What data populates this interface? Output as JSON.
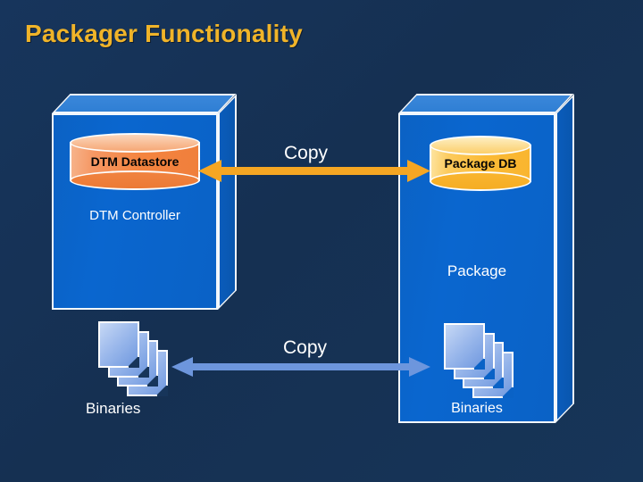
{
  "slide": {
    "title": "Packager Functionality",
    "background_color": "#17355a",
    "title_color": "#f0b429"
  },
  "left_system": {
    "name": "DTM Controller",
    "box_label": "DTM Controller",
    "datastore_label": "DTM Datastore",
    "datastore_color": "#f4843f",
    "box_color": "#0a62c6"
  },
  "right_system": {
    "name": "Package",
    "box_label": "Package",
    "database_label": "Package DB",
    "database_color": "#fbba35",
    "binaries_label": "Binaries",
    "box_color": "#0a62c6"
  },
  "left_binaries": {
    "label": "Binaries"
  },
  "connections": {
    "top": {
      "label": "Copy",
      "color": "#f5a623",
      "direction": "bidirectional"
    },
    "bottom": {
      "label": "Copy",
      "color": "#6d96dd",
      "direction": "bidirectional"
    }
  },
  "icons": {
    "database_cylinder": "database-cylinder-icon",
    "document_stack": "document-stack-icon",
    "arrow_double": "double-arrow-icon"
  }
}
